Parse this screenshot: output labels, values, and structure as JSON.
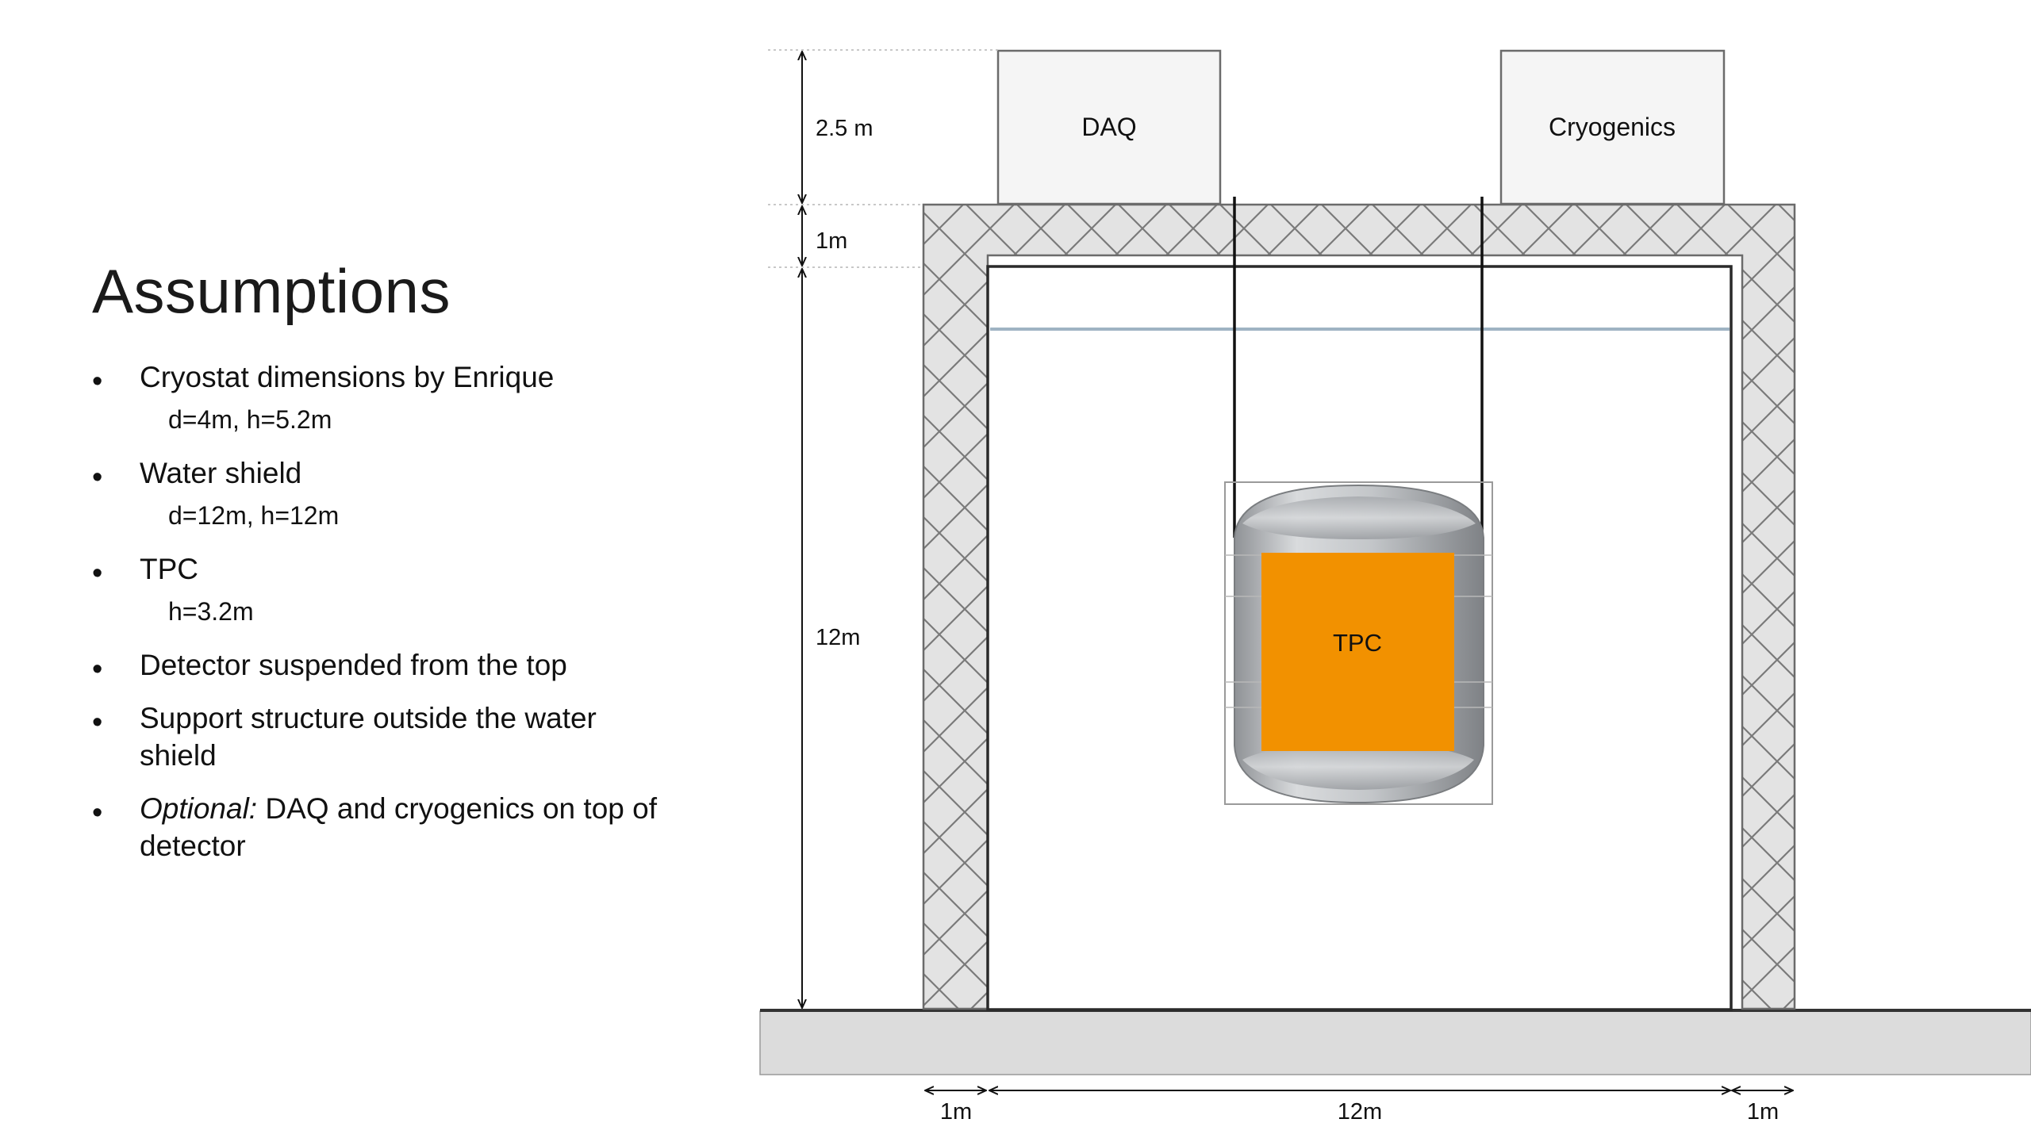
{
  "slide": {
    "title": "Assumptions",
    "bullets": [
      {
        "text": "Cryostat dimensions by Enrique",
        "sub": "d=4m, h=5.2m"
      },
      {
        "text": "Water shield",
        "sub": "d=12m, h=12m"
      },
      {
        "text": "TPC",
        "sub": "h=3.2m"
      },
      {
        "text": "Detector suspended from the top"
      },
      {
        "text": "Support structure outside the water shield"
      },
      {
        "italic_prefix": "Optional:",
        "text": " DAQ and cryogenics on top of detector"
      }
    ]
  },
  "diagram": {
    "boxes": {
      "daq": "DAQ",
      "cryogenics": "Cryogenics",
      "tpc": "TPC"
    },
    "dimensions": {
      "top_height": "2.5 m",
      "roof_thickness": "1m",
      "shield_height": "12m",
      "left_wall": "1m",
      "inner_width": "12m",
      "right_wall": "1m"
    },
    "colors": {
      "tpc": "#F29100",
      "wall_fill": "#E3E3E3",
      "ground": "#DCDCDC",
      "water_line": "#9FB3C3"
    }
  }
}
